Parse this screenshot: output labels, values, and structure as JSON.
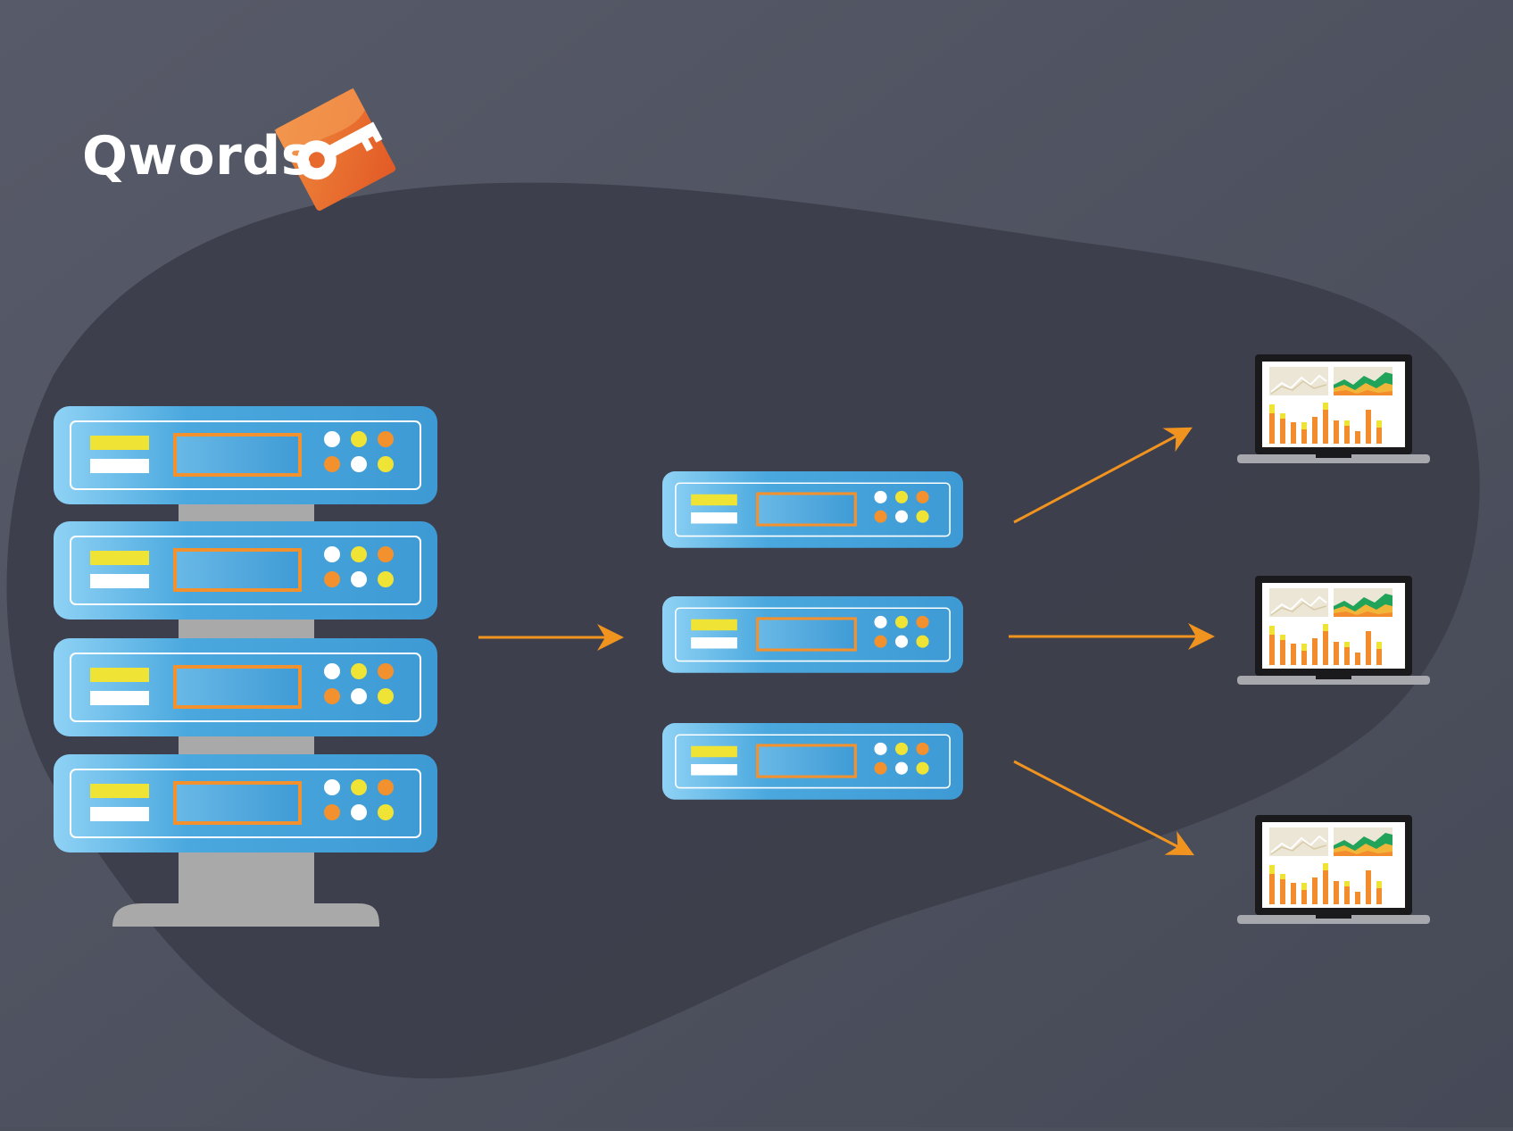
{
  "brand": {
    "name": "Qwords",
    "logo_icon": "key-icon"
  },
  "diagram": {
    "description_nodes": {
      "source": "server-rack-icon",
      "middle": "server-unit-icon",
      "targets": "laptop-dashboard-icon"
    },
    "counts": {
      "rack_units": 4,
      "middle_servers": 3,
      "laptops": 3
    },
    "edges": [
      {
        "from": "server-rack",
        "to": "middle-servers"
      },
      {
        "from": "middle-servers",
        "to": "laptop-1"
      },
      {
        "from": "middle-servers",
        "to": "laptop-2"
      },
      {
        "from": "middle-servers",
        "to": "laptop-3"
      }
    ]
  },
  "colors": {
    "background": "#4c505d",
    "blob": "#3c3e4b",
    "server_blue": "#4aa6dc",
    "server_light": "#86cdf3",
    "accent_orange": "#f3912f",
    "arrow": "#f1941f",
    "yellow": "#efe336",
    "stand_gray": "#a9a9a9",
    "logo_orange": "#e9672c"
  }
}
